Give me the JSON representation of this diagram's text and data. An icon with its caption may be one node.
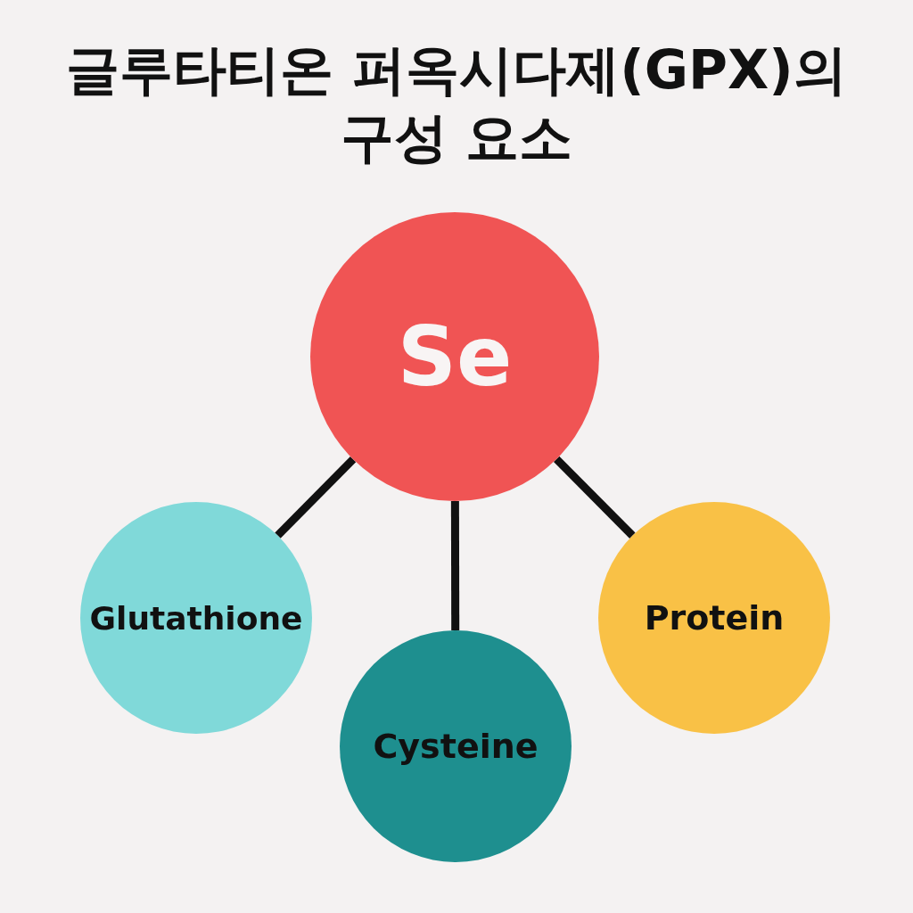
{
  "diagram": {
    "title": "글루타티온 퍼옥시다제(GPX)의 구성 요소",
    "nodes": [
      {
        "text": [
          "Se"
        ]
      },
      {
        "text": [
          "Glutathione"
        ]
      },
      {
        "text": [
          "Cysteine"
        ]
      },
      {
        "text": [
          "Protein"
        ]
      }
    ],
    "edges": [
      {
        "from": 0,
        "to": 1,
        "arrow": "none"
      },
      {
        "from": 0,
        "to": 2,
        "arrow": "none"
      },
      {
        "from": 0,
        "to": 3,
        "arrow": "none"
      }
    ]
  }
}
